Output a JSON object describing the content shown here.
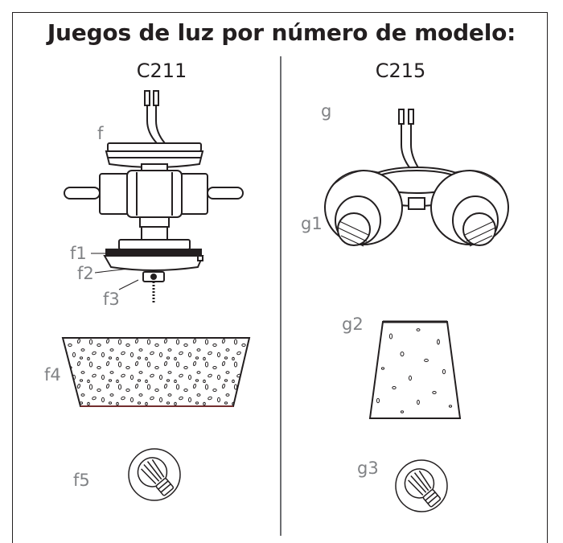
{
  "title": "Juegos de luz por número de modelo:",
  "models": {
    "left": "C211",
    "right": "C215"
  },
  "labels": {
    "f": "f",
    "f1": "f1",
    "f2": "f2",
    "f3": "f3",
    "f4": "f4",
    "f5": "f5",
    "g": "g",
    "g1": "g1",
    "g2": "g2",
    "g3": "g3"
  }
}
